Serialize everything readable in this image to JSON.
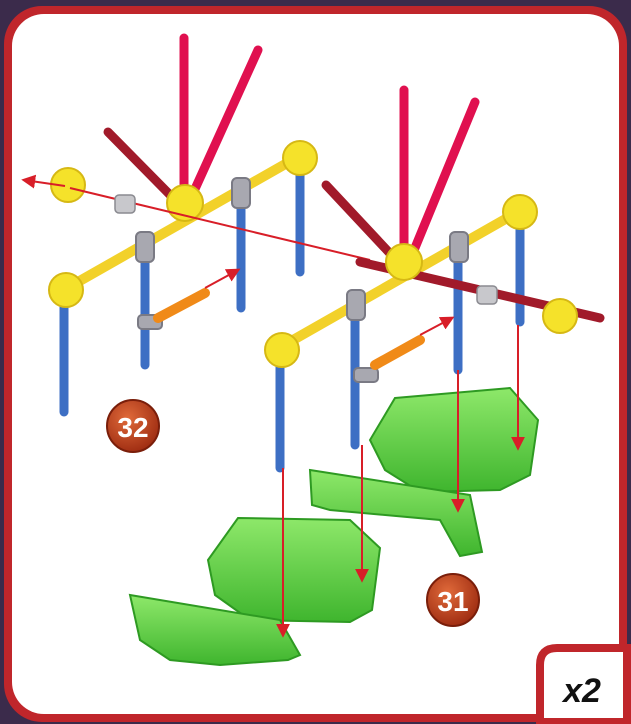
{
  "step_badges": {
    "left": "32",
    "right": "31"
  },
  "multiplier": "x2",
  "colors": {
    "frame_red": "#c0262b",
    "panel_bg": "#ffffff",
    "badge_fill": "#b83a1a",
    "yellow_rod": "#f2d12a",
    "yellow_connector": "#f5e22a",
    "blue_rod": "#3d6fc4",
    "red_rod": "#e0104f",
    "dark_red_rod": "#a11a2a",
    "green_piece": "#5fd24a",
    "grey_clip": "#a8a8b0",
    "orange_rod": "#f08a18",
    "arrow": "#d81e28"
  }
}
